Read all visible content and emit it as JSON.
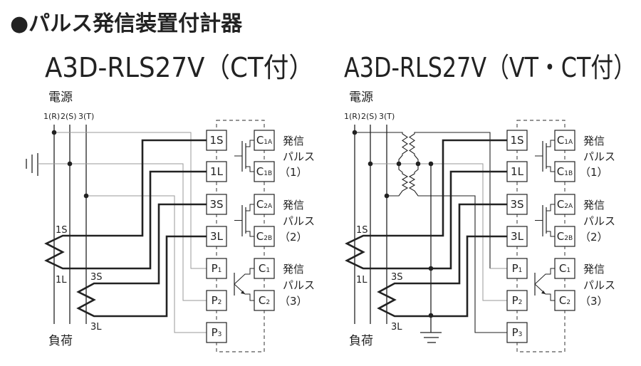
{
  "title": "●パルス発信装置付計器",
  "colors": {
    "line": "#222222",
    "wire": "#999999",
    "background": "#ffffff"
  },
  "diagrams": [
    {
      "heading": "A3D-RLS27V（CT付）",
      "source_label": "電源",
      "load_label": "負荷",
      "phase_labels": [
        "1(R)",
        "2(S)",
        "3(T)"
      ],
      "ct_labels": [
        "1S",
        "1L",
        "3S",
        "3L"
      ],
      "terminals": [
        {
          "main": "1S",
          "sub": ""
        },
        {
          "main": "1L",
          "sub": ""
        },
        {
          "main": "3S",
          "sub": ""
        },
        {
          "main": "3L",
          "sub": ""
        },
        {
          "main": "P",
          "sub": "1"
        },
        {
          "main": "P",
          "sub": "2"
        },
        {
          "main": "P",
          "sub": "3"
        }
      ],
      "outputs": [
        {
          "main": "C",
          "sub": "1A"
        },
        {
          "main": "C",
          "sub": "1B"
        },
        {
          "main": "C",
          "sub": "2A"
        },
        {
          "main": "C",
          "sub": "2B"
        },
        {
          "main": "C",
          "sub": "1"
        },
        {
          "main": "C",
          "sub": "2"
        }
      ],
      "pulse_groups": [
        {
          "line1": "発信",
          "line2": "パルス",
          "line3": "（1）"
        },
        {
          "line1": "発信",
          "line2": "パルス",
          "line3": "（2）"
        },
        {
          "line1": "発信",
          "line2": "パルス",
          "line3": "（3）"
        }
      ],
      "variant": "CT"
    },
    {
      "heading": "A3D-RLS27V（VT・CT付）",
      "source_label": "電源",
      "load_label": "負荷",
      "phase_labels": [
        "1(R)",
        "2(S)",
        "3(T)"
      ],
      "ct_labels": [
        "1S",
        "1L",
        "3S",
        "3L"
      ],
      "terminals": [
        {
          "main": "1S",
          "sub": ""
        },
        {
          "main": "1L",
          "sub": ""
        },
        {
          "main": "3S",
          "sub": ""
        },
        {
          "main": "3L",
          "sub": ""
        },
        {
          "main": "P",
          "sub": "1"
        },
        {
          "main": "P",
          "sub": "2"
        },
        {
          "main": "P",
          "sub": "3"
        }
      ],
      "outputs": [
        {
          "main": "C",
          "sub": "1A"
        },
        {
          "main": "C",
          "sub": "1B"
        },
        {
          "main": "C",
          "sub": "2A"
        },
        {
          "main": "C",
          "sub": "2B"
        },
        {
          "main": "C",
          "sub": "1"
        },
        {
          "main": "C",
          "sub": "2"
        }
      ],
      "pulse_groups": [
        {
          "line1": "発信",
          "line2": "パルス",
          "line3": "（1）"
        },
        {
          "line1": "発信",
          "line2": "パルス",
          "line3": "（2）"
        },
        {
          "line1": "発信",
          "line2": "パルス",
          "line3": "（3）"
        }
      ],
      "variant": "VT-CT"
    }
  ]
}
